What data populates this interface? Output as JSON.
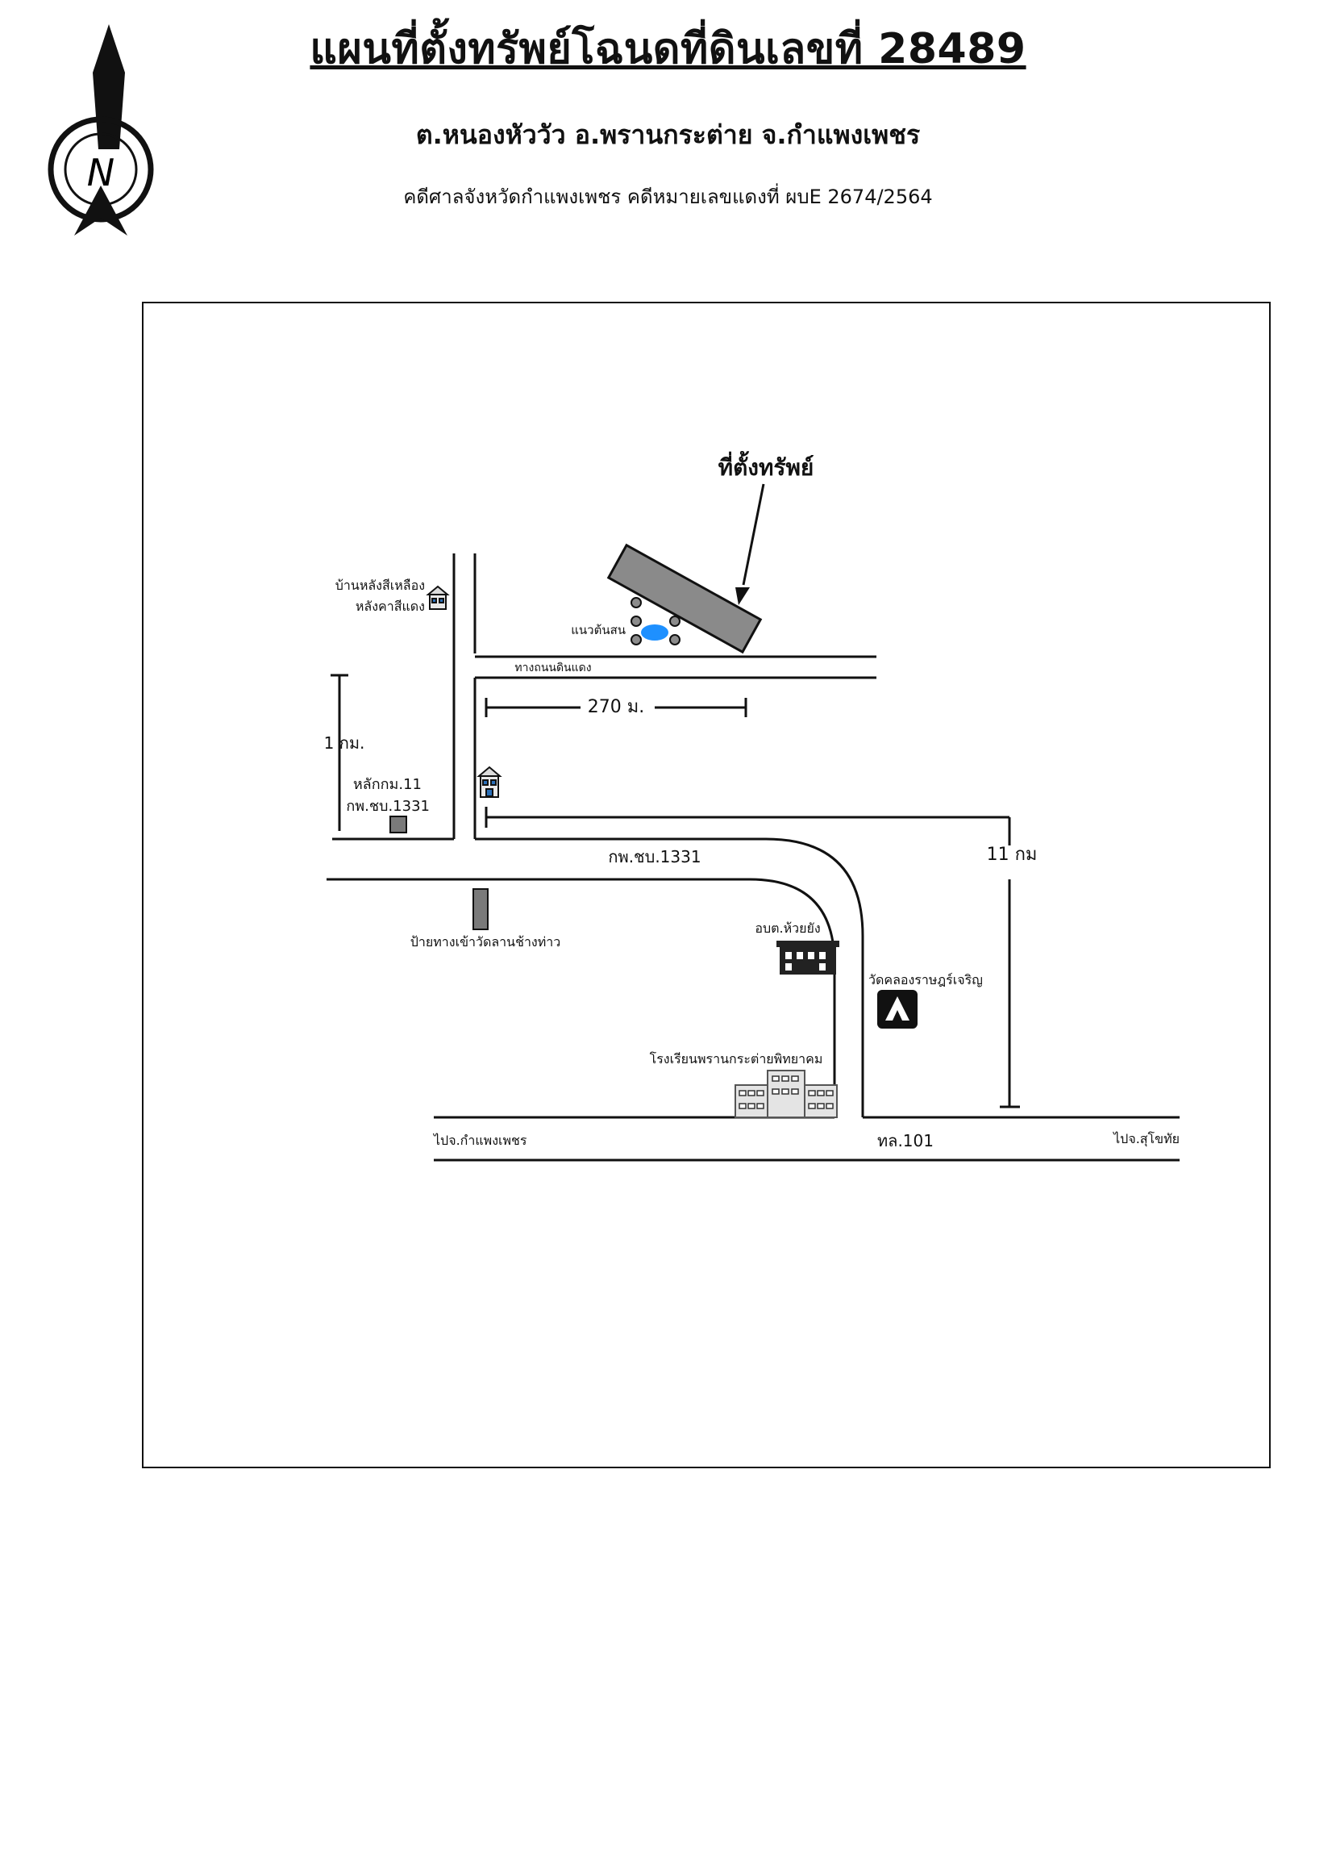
{
  "header": {
    "title": "แผนที่ตั้งทรัพย์โฉนดที่ดินเลขที่ 28489",
    "location": "ต.หนองหัววัว อ.พรานกระต่าย จ.กำแพงเพชร",
    "case": "คดีศาลจังหวัดกำแพงเพชร คดีหมายเลขแดงที่ ผบE 2674/2564"
  },
  "compass": {
    "letter": "N",
    "icon": "north-arrow-icon"
  },
  "map": {
    "property_label": "ที่ตั้งทรัพย์",
    "pine_row_label": "แนวต้นสน",
    "dirt_road_label": "ทางถนนดินแดง",
    "distance_270": "270 ม.",
    "distance_1km": "1 กม.",
    "distance_11km": "11 กม",
    "yellow_house_line1": "บ้านหลังสีเหลือง",
    "yellow_house_line2": "หลังคาสีแดง",
    "km_post_line1": "หลักกม.11",
    "km_post_line2": "กพ.ชบ.1331",
    "road_1331": "กพ.ชบ.1331",
    "temple_sign": "ป้ายทางเข้าวัดลานช้างท่าว",
    "tao_office": "อบต.ห้วยยัง",
    "temple": "วัดคลองราษฎร์เจริญ",
    "school": "โรงเรียนพรานกระต่ายพิทยาคม",
    "to_kamphaeng": "ไปจ.กำแพงเพชร",
    "highway_101": "ทล.101",
    "to_sukhothai": "ไปจ.สุโขทัย"
  },
  "colors": {
    "property_fill": "#8a8a8a",
    "pond_fill": "#1e90ff",
    "sign_fill": "#7a7a7a",
    "line": "#111111"
  }
}
